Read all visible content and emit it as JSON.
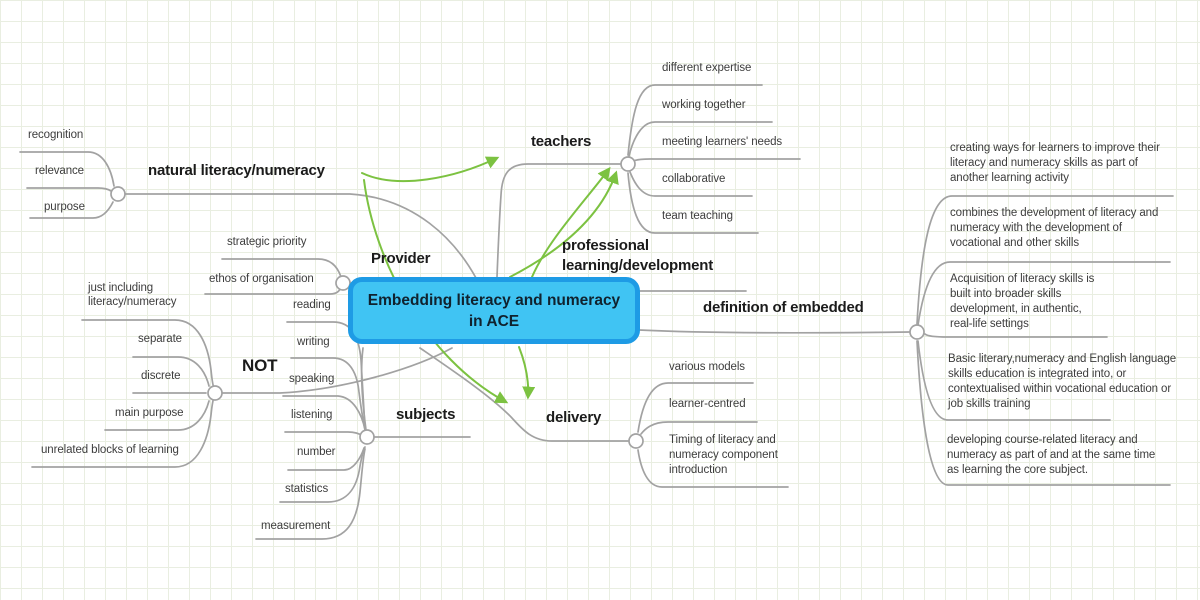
{
  "root": {
    "label": "Embedding literacy and numeracy\nin ACE"
  },
  "branches": {
    "natural": {
      "label": "natural literacy/numeracy",
      "children": [
        "recognition",
        "relevance",
        "purpose"
      ]
    },
    "provider": {
      "label": "Provider",
      "children": [
        "strategic priority",
        "ethos of organisation"
      ]
    },
    "not": {
      "label": "NOT",
      "children": [
        "just including\nliteracy/numeracy",
        "separate",
        "discrete",
        "main purpose",
        "unrelated blocks of learning"
      ]
    },
    "subjects": {
      "label": "subjects",
      "children": [
        "reading",
        "writing",
        "speaking",
        "listening",
        "number",
        "statistics",
        "measurement"
      ]
    },
    "teachers": {
      "label": "teachers",
      "children": [
        "different expertise",
        "working together",
        "meeting learners' needs",
        "collaborative",
        "team teaching"
      ]
    },
    "professional": {
      "label": "professional\nlearning/development"
    },
    "definition": {
      "label": "definition of embedded",
      "children": [
        "creating ways for learners to improve their\nliteracy and numeracy skills as part of\nanother learning activity",
        "combines the development of literacy and\nnumeracy with the development of\nvocational and other skills",
        "Acquisition of literacy skills is\nbuilt into broader skills\ndevelopment, in authentic,\nreal-life settings",
        "Basic literary,numeracy and English language\nskills education is integrated into, or\ncontextualised within vocational education or\njob skills training",
        "developing course-related literacy and\nnumeracy as part of and at the same time\nas learning the core subject."
      ]
    },
    "delivery": {
      "label": "delivery",
      "children": [
        "various models",
        "learner-centred",
        "Timing of literacy and\nnumeracy component\nintroduction"
      ]
    }
  },
  "colors": {
    "root_fill": "#40c4f3",
    "root_border": "#1e9be5",
    "connector_gray": "#a2a2a2",
    "relationship_green": "#7cc241",
    "grid_line": "#e9eee1",
    "heading_text": "#1b1b1b",
    "child_text": "#3d3d3d"
  }
}
